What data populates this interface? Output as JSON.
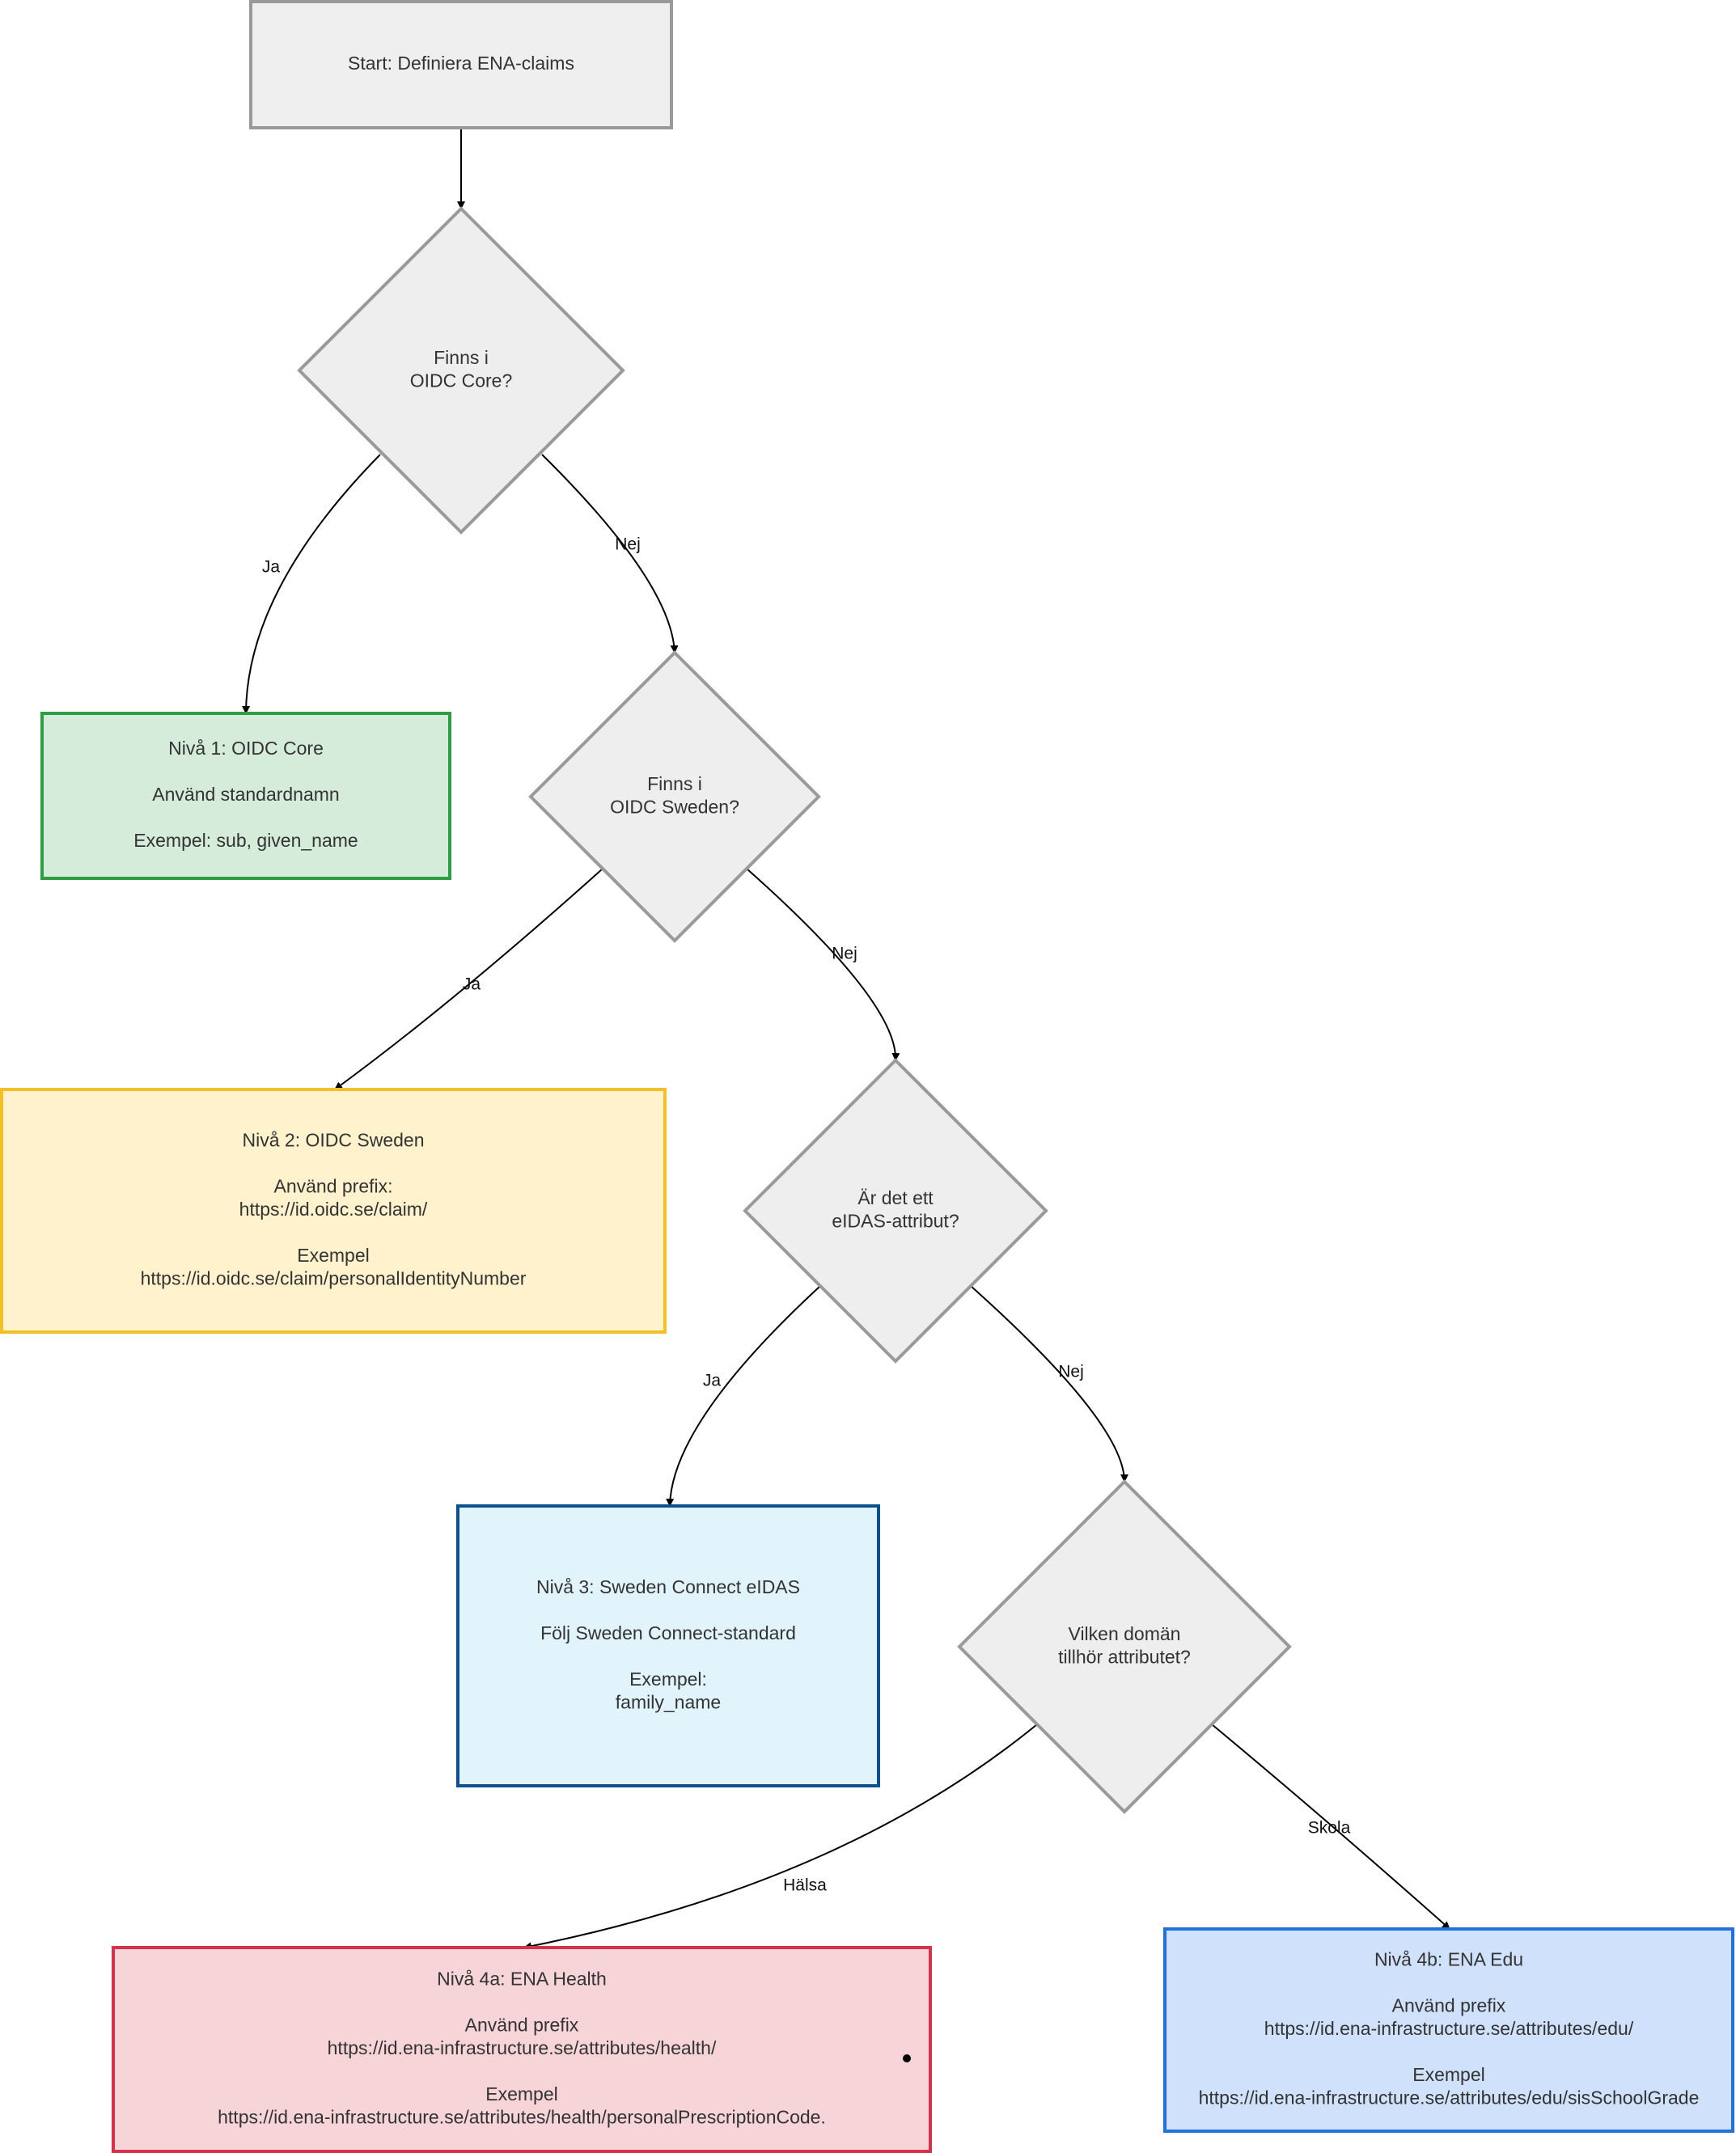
{
  "diagram": {
    "nodes": [
      {
        "id": "start",
        "shape": "rect",
        "lines": [
          "Start: Definiera ENA-claims"
        ],
        "fill": "#efefef",
        "stroke": "#9a9a9a"
      },
      {
        "id": "d1",
        "shape": "diamond",
        "lines": [
          "Finns  i",
          "OIDC Core?"
        ],
        "fill": "#eeeeee",
        "stroke": "#9a9a9a"
      },
      {
        "id": "n1",
        "shape": "rect",
        "lines": [
          "Nivå 1: OIDC Core",
          "",
          "Använd standardnamn",
          "",
          "Exempel: sub, given_name"
        ],
        "fill": "#d5ecdb",
        "stroke": "#2e9e44"
      },
      {
        "id": "d2",
        "shape": "diamond",
        "lines": [
          "Finns i",
          "OIDC Sweden?"
        ],
        "fill": "#eeeeee",
        "stroke": "#9a9a9a"
      },
      {
        "id": "n2",
        "shape": "rect",
        "lines": [
          "Nivå 2: OIDC Sweden",
          "",
          "Använd prefix:",
          "https://id.oidc.se/claim/",
          "",
          "Exempel",
          "https://id.oidc.se/claim/personalIdentityNumber"
        ],
        "fill": "#fff2cc",
        "stroke": "#f2bf25"
      },
      {
        "id": "d3",
        "shape": "diamond",
        "lines": [
          "Är det ett",
          "eIDAS-attribut?"
        ],
        "fill": "#eeeeee",
        "stroke": "#9a9a9a"
      },
      {
        "id": "n3",
        "shape": "rect",
        "lines": [
          "Nivå 3: Sweden Connect eIDAS",
          "",
          "Följ Sweden Connect-standard",
          "",
          "Exempel:",
          "family_name"
        ],
        "fill": "#e1f4fc",
        "stroke": "#0e4f8e"
      },
      {
        "id": "d4",
        "shape": "diamond",
        "lines": [
          "Vilken domän",
          "tillhör attributet?"
        ],
        "fill": "#eeeeee",
        "stroke": "#9a9a9a"
      },
      {
        "id": "n4a",
        "shape": "rect",
        "lines": [
          "Nivå 4a: ENA Health",
          "",
          "Använd prefix",
          "https://id.ena-infrastructure.se/attributes/health/",
          "",
          "Exempel",
          "https://id.ena-infrastructure.se/attributes/health/personalPrescriptionCode."
        ],
        "fill": "#f6d4d8",
        "stroke": "#d43349"
      },
      {
        "id": "n4b",
        "shape": "rect",
        "lines": [
          "Nivå 4b: ENA Edu",
          "",
          "Använd prefix",
          "https://id.ena-infrastructure.se/attributes/edu/",
          "",
          "Exempel",
          "https://id.ena-infrastructure.se/attributes/edu/sisSchoolGrade"
        ],
        "fill": "#cfe1fb",
        "stroke": "#2272dc"
      }
    ],
    "edges": [
      {
        "from": "start",
        "to": "d1",
        "label": ""
      },
      {
        "from": "d1",
        "to": "n1",
        "label": "Ja"
      },
      {
        "from": "d1",
        "to": "d2",
        "label": "Nej"
      },
      {
        "from": "d2",
        "to": "n2",
        "label": "Ja"
      },
      {
        "from": "d2",
        "to": "d3",
        "label": "Nej"
      },
      {
        "from": "d3",
        "to": "n3",
        "label": "Ja"
      },
      {
        "from": "d3",
        "to": "d4",
        "label": "Nej"
      },
      {
        "from": "d4",
        "to": "n4a",
        "label": "Hälsa"
      },
      {
        "from": "d4",
        "to": "n4b",
        "label": "Skola"
      }
    ],
    "colors": {
      "edge": "#000000",
      "node_text": "#333333",
      "label_text": "#111111"
    }
  }
}
